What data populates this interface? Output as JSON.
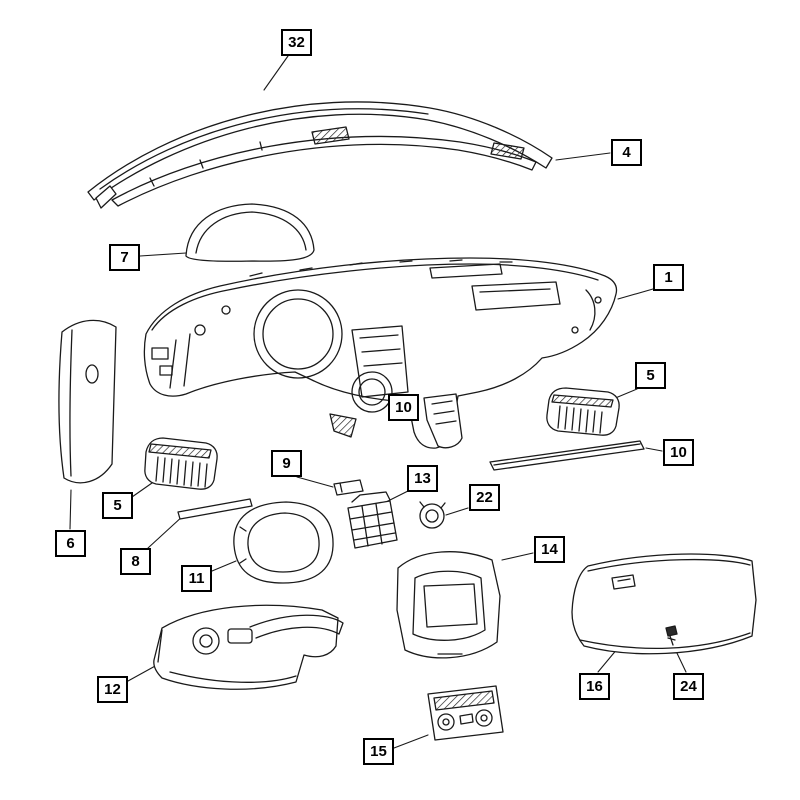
{
  "diagram": {
    "colors": {
      "line": "#1a1a1a",
      "background": "#ffffff",
      "callout_border": "#000000"
    },
    "callouts": [
      {
        "label": "32"
      },
      {
        "label": "4"
      },
      {
        "label": "7"
      },
      {
        "label": "1"
      },
      {
        "label": "5"
      },
      {
        "label": "10"
      },
      {
        "label": "10"
      },
      {
        "label": "5"
      },
      {
        "label": "9"
      },
      {
        "label": "13"
      },
      {
        "label": "22"
      },
      {
        "label": "14"
      },
      {
        "label": "8"
      },
      {
        "label": "11"
      },
      {
        "label": "6"
      },
      {
        "label": "16"
      },
      {
        "label": "24"
      },
      {
        "label": "12"
      },
      {
        "label": "15"
      }
    ]
  }
}
